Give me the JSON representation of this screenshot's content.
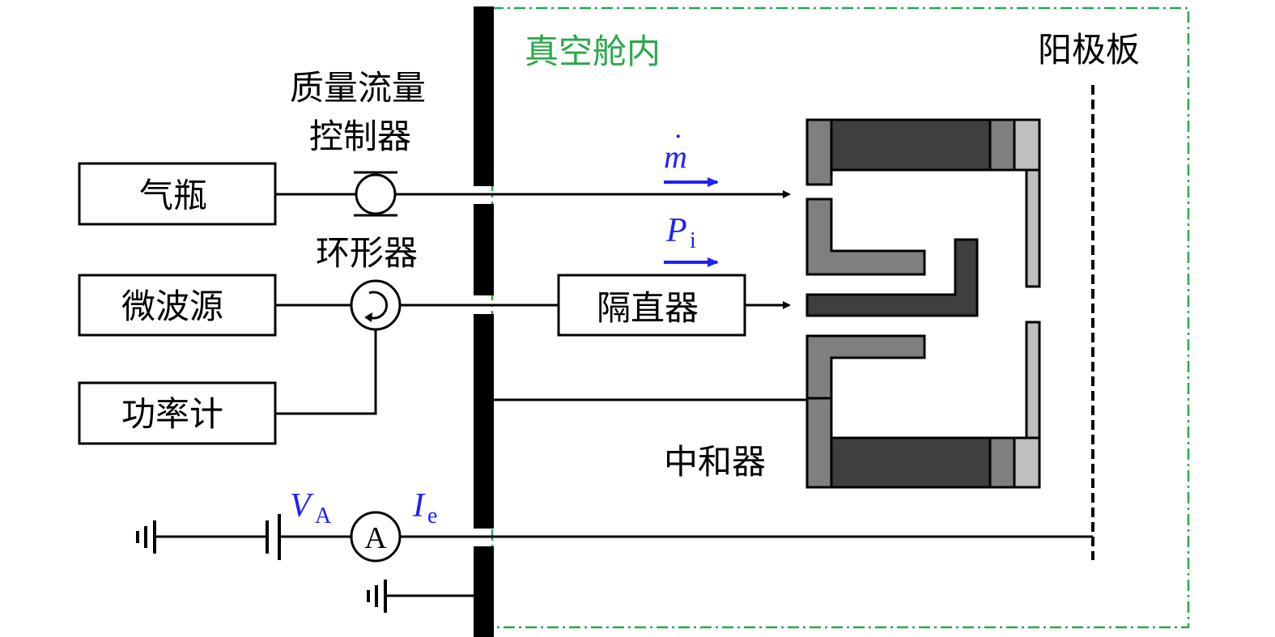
{
  "labels": {
    "chamber": "真空舱内",
    "anode_plate": "阳极板",
    "mass_flow_controller_line1": "质量流量",
    "mass_flow_controller_line2": "控制器",
    "gas_cylinder": "气瓶",
    "circulator": "环形器",
    "microwave_source": "微波源",
    "power_meter": "功率计",
    "dc_block": "隔直器",
    "neutralizer": "中和器",
    "ammeter": "A"
  },
  "symbols": {
    "mass_flow": "m",
    "mass_flow_dot": "˙",
    "power_P": "P",
    "power_sub": "i",
    "voltage_V": "V",
    "voltage_sub": "A",
    "current_I": "I",
    "current_sub": "e"
  },
  "colors": {
    "chamber_border": "#2aa84a",
    "chamber_text": "#2aa84a",
    "symbol_blue": "#1f1fff",
    "dark_gray": "#3f3f3f",
    "mid_gray": "#7f7f7f",
    "light_gray": "#bfbfbf"
  }
}
